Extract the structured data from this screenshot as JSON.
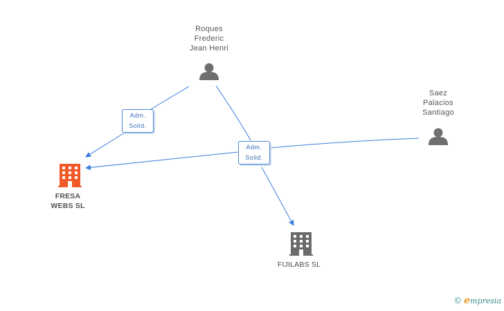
{
  "people": [
    {
      "id": "roques",
      "name": "Roques\nFrederic\nJean Henri"
    },
    {
      "id": "saez",
      "name": "Saez\nPalacios\nSantiago"
    }
  ],
  "companies": [
    {
      "id": "fresa",
      "name": "FRESA\nWEBS SL",
      "color": "#f05a28",
      "main": true
    },
    {
      "id": "fijilabs",
      "name": "FIJILABS SL",
      "color": "#6b6b6b",
      "main": false
    }
  ],
  "relations": [
    {
      "label": "Adm.\nSolid."
    },
    {
      "label": "Adm.\nSolid."
    }
  ],
  "colors": {
    "edge": "#3b7ddd",
    "person_icon": "#6f6f6f"
  },
  "watermark": {
    "copyright": "©",
    "brand_initial": "e",
    "brand_rest": "mpresia"
  }
}
